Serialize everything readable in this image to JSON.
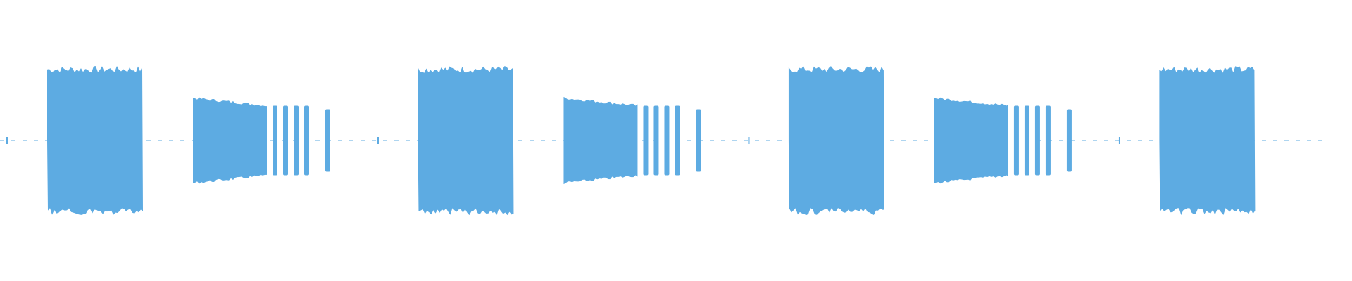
{
  "waveform": {
    "color": "#5dabe2",
    "background": "#ffffff",
    "pattern": {
      "repeats": 4,
      "period_fraction": 0.2742,
      "segments": [
        {
          "kind": "loud-block",
          "amplitude": 0.92
        },
        {
          "kind": "medium-block",
          "amplitude": 0.55
        },
        {
          "kind": "pulse-train",
          "pulses": 5,
          "amplitude": 0.45
        }
      ]
    }
  }
}
